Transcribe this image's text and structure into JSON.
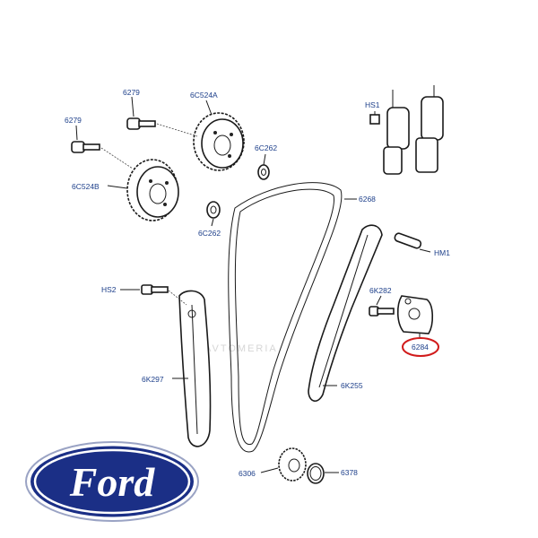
{
  "labels": {
    "bolt_upper": "6279",
    "bolt_left": "6279",
    "sprocket_upper": "6C524A",
    "sprocket_left": "6C524B",
    "washer_upper": "6C262",
    "washer_lower": "6C262",
    "solenoid_bolt": "HS1",
    "chain": "6268",
    "pin": "HM1",
    "guide_bolt": "HS2",
    "tensioner_bolt": "6K282",
    "tensioner": "6284",
    "guide_left": "6K297",
    "guide_right": "6K255",
    "crank_sprocket": "6306",
    "crank_washer": "6378"
  },
  "watermark": "AVTOMERIA",
  "logo": {
    "text": "Ford",
    "color": "#1b2f86"
  },
  "highlight": {
    "part": "6284",
    "color": "#d11a1a"
  }
}
